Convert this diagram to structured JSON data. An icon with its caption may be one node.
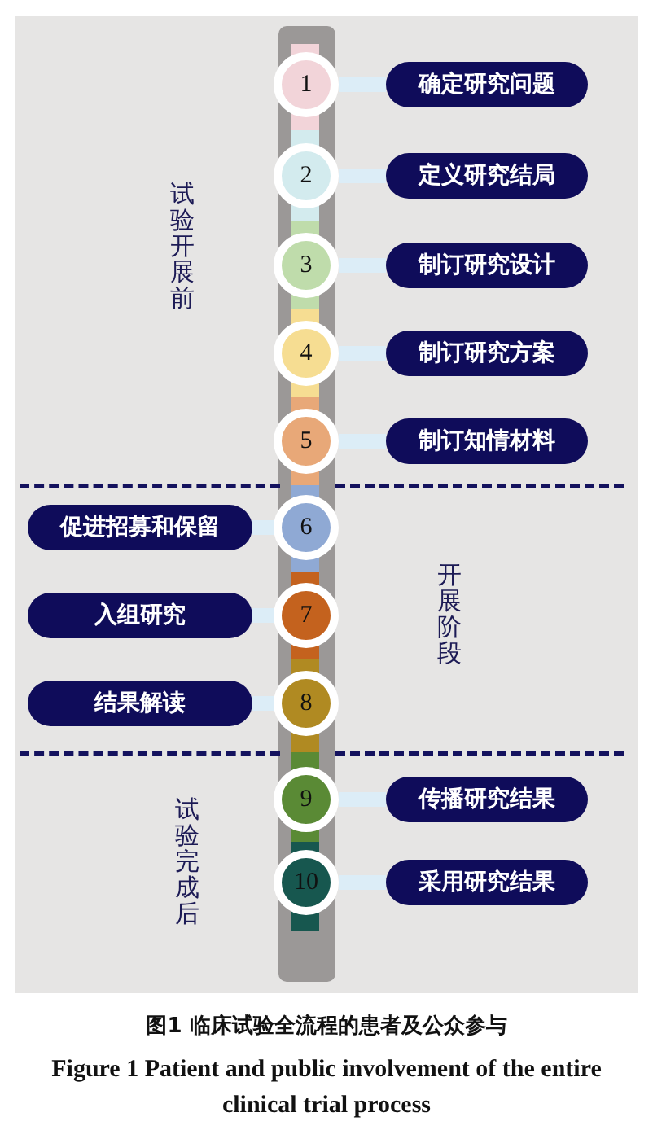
{
  "diagram": {
    "caption": "图1 临床试验全流程的患者及公众参与",
    "nodes": [
      {
        "text": [
          "1"
        ]
      },
      {
        "text": [
          "2"
        ]
      },
      {
        "text": [
          "3"
        ]
      },
      {
        "text": [
          "4"
        ]
      },
      {
        "text": [
          "5"
        ]
      },
      {
        "text": [
          "6"
        ]
      },
      {
        "text": [
          "7"
        ]
      },
      {
        "text": [
          "8"
        ]
      },
      {
        "text": [
          "9"
        ]
      },
      {
        "text": [
          "10"
        ]
      },
      {
        "text": [
          "确定研究问题"
        ]
      },
      {
        "text": [
          "定义研究结局"
        ]
      },
      {
        "text": [
          "制订研究设计"
        ]
      },
      {
        "text": [
          "制订研究方案"
        ]
      },
      {
        "text": [
          "制订知情材料"
        ]
      },
      {
        "text": [
          "促进招募和保留"
        ]
      },
      {
        "text": [
          "入组研究"
        ]
      },
      {
        "text": [
          "结果解读"
        ]
      },
      {
        "text": [
          "传播研究结果"
        ]
      },
      {
        "text": [
          "采用研究结果"
        ]
      }
    ],
    "edges": [
      {
        "from": 0,
        "to": 10,
        "arrow": "none"
      },
      {
        "from": 1,
        "to": 11,
        "arrow": "none"
      },
      {
        "from": 2,
        "to": 12,
        "arrow": "none"
      },
      {
        "from": 3,
        "to": 13,
        "arrow": "none"
      },
      {
        "from": 4,
        "to": 14,
        "arrow": "none"
      },
      {
        "from": 5,
        "to": 15,
        "arrow": "none"
      },
      {
        "from": 6,
        "to": 16,
        "arrow": "none"
      },
      {
        "from": 7,
        "to": 17,
        "arrow": "none"
      },
      {
        "from": 8,
        "to": 18,
        "arrow": "none"
      },
      {
        "from": 9,
        "to": 19,
        "arrow": "none"
      }
    ],
    "labels": [
      "试验开展前",
      "开展阶段",
      "试验完成后",
      "Figure 1 Patient and public involvement of the entire clinical trial process"
    ]
  }
}
